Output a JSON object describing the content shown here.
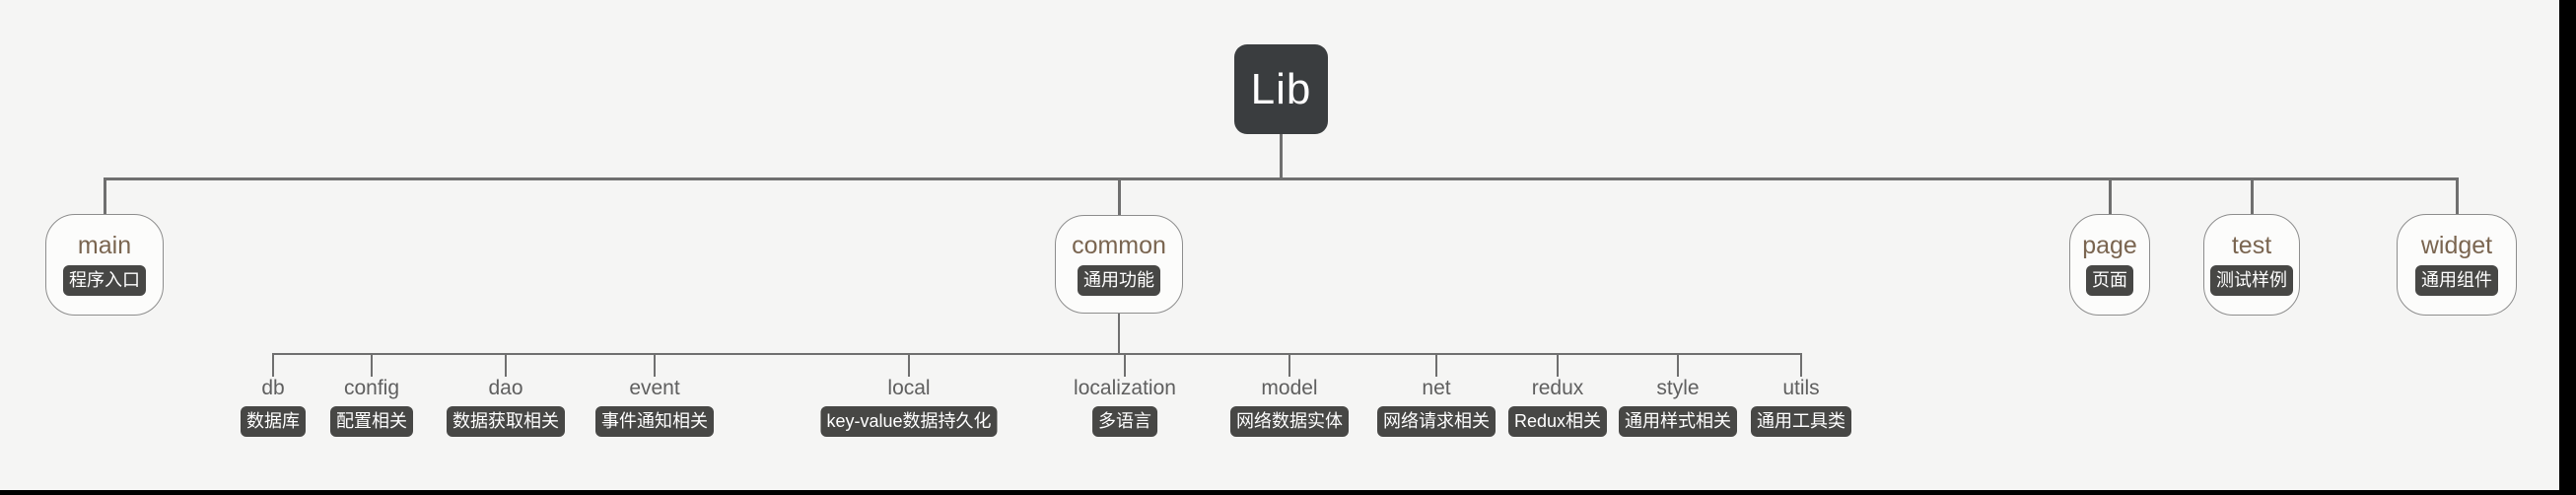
{
  "tree": {
    "root": {
      "label": "Lib"
    },
    "children": [
      {
        "id": "main",
        "label": "main",
        "badge": "程序入口"
      },
      {
        "id": "common",
        "label": "common",
        "badge": "通用功能",
        "children": [
          {
            "id": "db",
            "label": "db",
            "badge": "数据库"
          },
          {
            "id": "config",
            "label": "config",
            "badge": "配置相关"
          },
          {
            "id": "dao",
            "label": "dao",
            "badge": "数据获取相关"
          },
          {
            "id": "event",
            "label": "event",
            "badge": "事件通知相关"
          },
          {
            "id": "local",
            "label": "local",
            "badge": "key-value数据持久化"
          },
          {
            "id": "localization",
            "label": "localization",
            "badge": "多语言"
          },
          {
            "id": "model",
            "label": "model",
            "badge": "网络数据实体"
          },
          {
            "id": "net",
            "label": "net",
            "badge": "网络请求相关"
          },
          {
            "id": "redux",
            "label": "redux",
            "badge": "Redux相关"
          },
          {
            "id": "style",
            "label": "style",
            "badge": "通用样式相关"
          },
          {
            "id": "utils",
            "label": "utils",
            "badge": "通用工具类"
          }
        ]
      },
      {
        "id": "page",
        "label": "page",
        "badge": "页面"
      },
      {
        "id": "test",
        "label": "test",
        "badge": "测试样例"
      },
      {
        "id": "widget",
        "label": "widget",
        "badge": "通用组件"
      }
    ]
  },
  "colors": {
    "canvas_bg": "#f5f5f4",
    "frame_bg": "#000000",
    "root_bg": "#3a3d3f",
    "root_text": "#ffffff",
    "node_bg": "#fcfcfb",
    "node_border": "#8d8d8d",
    "node_label": "#7a6550",
    "leaf_label": "#5f5f5f",
    "badge_bg": "#474745",
    "badge_text": "#ffffff",
    "line": "#6f6f6f"
  }
}
